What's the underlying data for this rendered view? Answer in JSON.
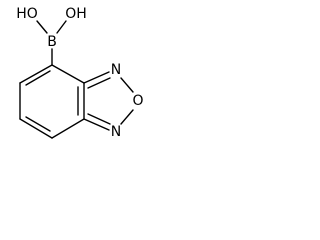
{
  "molecule": {
    "atoms": {
      "oh_left": "HO",
      "oh_right": "OH",
      "boron": "B",
      "nitrogen_top": "N",
      "oxygen_ring": "O",
      "nitrogen_bottom": "N"
    }
  }
}
